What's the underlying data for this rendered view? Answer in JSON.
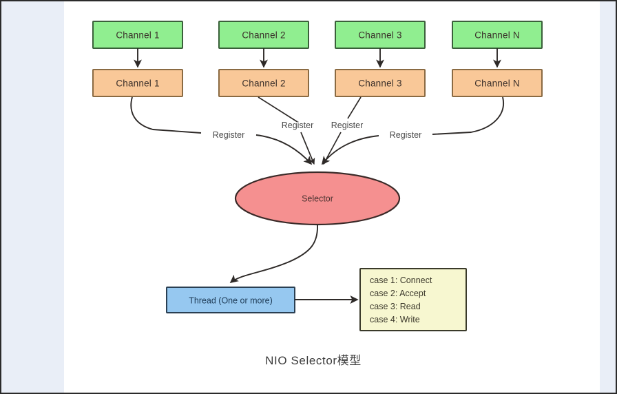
{
  "page": {
    "caption": "NIO Selector模型",
    "background": "#ffffff",
    "margin_band_color": "#e9eef7",
    "frame_color": "#2b2b2b"
  },
  "colors": {
    "channel_top_fill": "#90ee90",
    "channel_top_stroke": "#3a5f3a",
    "channel_bottom_fill": "#f9c898",
    "channel_bottom_stroke": "#8a6a42",
    "selector_fill": "#f59090",
    "selector_stroke": "#3a2a28",
    "thread_fill": "#96c8f0",
    "thread_stroke": "#2a3f52",
    "case_fill": "#f7f7d0",
    "case_stroke": "#3a3a2a",
    "edge_stroke": "#2e2a28"
  },
  "channels_top": [
    {
      "label": "Channel 1"
    },
    {
      "label": "Channel 2"
    },
    {
      "label": "Channel 3"
    },
    {
      "label": "Channel N"
    }
  ],
  "channels_bottom": [
    {
      "label": "Channel 1"
    },
    {
      "label": "Channel 2"
    },
    {
      "label": "Channel 3"
    },
    {
      "label": "Channel N"
    }
  ],
  "edges": {
    "register_labels": [
      {
        "label": "Register"
      },
      {
        "label": "Register"
      },
      {
        "label": "Register"
      },
      {
        "label": "Register"
      }
    ]
  },
  "selector": {
    "label": "Selector"
  },
  "thread": {
    "label": "Thread (One or more)"
  },
  "cases": {
    "items": [
      {
        "label": "case 1:  Connect"
      },
      {
        "label": "case 2:  Accept"
      },
      {
        "label": "case 3:  Read"
      },
      {
        "label": "case 4:  Write"
      }
    ]
  }
}
